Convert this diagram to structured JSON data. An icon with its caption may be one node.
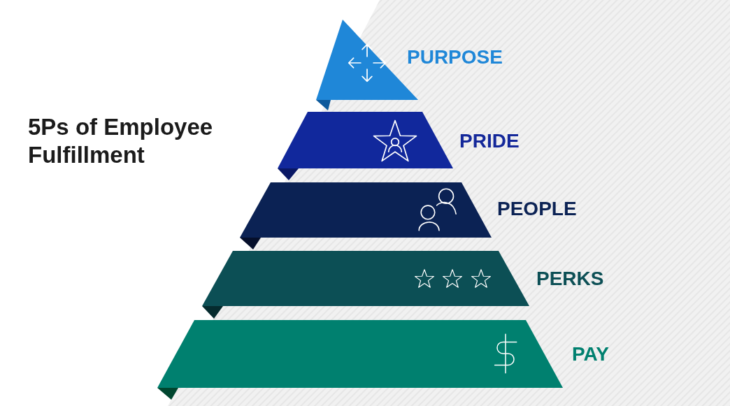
{
  "diagram": {
    "title": "5Ps of Employee Fulfillment",
    "nodes": [
      {
        "text": [
          "PURPOSE"
        ]
      },
      {
        "text": [
          "PRIDE"
        ]
      },
      {
        "text": [
          "PEOPLE"
        ]
      },
      {
        "text": [
          "PERKS"
        ]
      },
      {
        "text": [
          "PAY"
        ]
      }
    ]
  }
}
